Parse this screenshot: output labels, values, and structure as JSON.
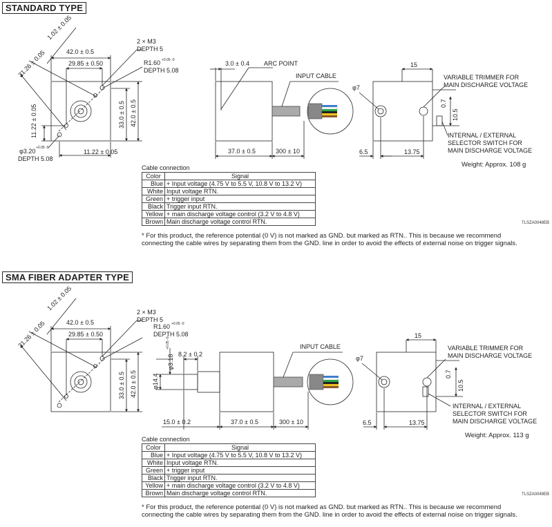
{
  "sections": [
    {
      "title": "STANDARD TYPE",
      "dims": {
        "diag1": "31.26 ± 0.05",
        "diag2": "1.02 ± 0.05",
        "m3": "2 × M3",
        "depth5": "DEPTH 5",
        "w42": "42.0 ± 0.5",
        "w2985": "29.85 ± 0.50",
        "r160": "R1.60",
        "r160_tol": "+0.05 -0",
        "depth508a": "DEPTH 5.08",
        "v1122": "11.22 ± 0.05",
        "v33": "33.0 ± 0.5",
        "v42": "42.0 ± 0.5",
        "h1122": "11.22 ± 0.05",
        "phi320": "φ3.20",
        "phi320_tol": "+0.05 -0",
        "depth508b": "DEPTH 5.08",
        "d30": "3.0 ± 0.4",
        "arc": "ARC POINT",
        "input_cable": "INPUT CABLE",
        "d37": "37.0 ± 0.5",
        "d300": "300 ± 10",
        "phi7": "φ7",
        "d15": "15",
        "d07": "0.7",
        "d105": "10.5",
        "d65": "6.5",
        "d1375": "13.75",
        "trimmer1": "VARIABLE TRIMMER FOR",
        "trimmer2": "MAIN DISCHARGE VOLTAGE",
        "switch1": "INTERNAL / EXTERNAL",
        "switch2": "SELECTOR SWITCH FOR",
        "switch3": "MAIN DISCHARGE VOLTAGE"
      },
      "weight": "Weight: Approx. 108 g",
      "code": "TLSZA0048EB"
    },
    {
      "title": "SMA FIBER ADAPTER TYPE",
      "dims": {
        "diag1": "31.26 ± 0.05",
        "diag2": "1.02 ± 0.05",
        "m3": "2 × M3",
        "depth5": "DEPTH 5",
        "w42": "42.0 ± 0.5",
        "w2985": "29.85 ± 0.50",
        "r160": "R1.60",
        "r160_tol": "+0.05 -0",
        "depth508a": "DEPTH 5.08",
        "v33": "33.0 ± 0.5",
        "v42": "42.0 ± 0.5",
        "phi318": "φ3.18",
        "phi318_tol": "+0.05 -0",
        "d82": "8.2 ± 0.2",
        "phi144": "φ14.4",
        "d150": "15.0 ± 0.2",
        "input_cable": "INPUT CABLE",
        "d37": "37.0 ± 0.5",
        "d300": "300 ± 10",
        "phi7": "φ7",
        "d15": "15",
        "d07": "0.7",
        "d105": "10.5",
        "d65": "6.5",
        "d1375": "13.75",
        "trimmer1": "VARIABLE TRIMMER FOR",
        "trimmer2": "MAIN DISCHARGE VOLTAGE",
        "switch1": "INTERNAL / EXTERNAL",
        "switch2": "SELECTOR SWITCH FOR",
        "switch3": "MAIN DISCHARGE VOLTAGE"
      },
      "weight": "Weight: Approx. 113 g",
      "code": "TLSZA0049EB"
    }
  ],
  "cable_connection": {
    "label": "Cable connection",
    "headers": [
      "Color",
      "Signal"
    ],
    "rows": [
      {
        "color": "Blue",
        "signal": "+ Input voltage (4.75 V to 5.5 V, 10.8 V to 13.2 V)"
      },
      {
        "color": "White",
        "signal": "Input voltage RTN."
      },
      {
        "color": "Green",
        "signal": "+ trigger input"
      },
      {
        "color": "Black",
        "signal": "Trigger input RTN."
      },
      {
        "color": "Yellow",
        "signal": "+ main discharge voltage control (3.2 V to 4.8 V)"
      },
      {
        "color": "Brown",
        "signal": "Main discharge voltage control RTN."
      }
    ]
  },
  "note": "* For this product, the reference potential (0 V) is not marked as GND. but marked as RTN.. This is because we recommend connecting the cable wires by separating them from the GND. line in order to avoid the effects of external noise on trigger signals.",
  "wire_colors": [
    "#3a7fd0",
    "#ffffff",
    "#2aa84a",
    "#222222",
    "#f0c020",
    "#8a5a2a"
  ]
}
